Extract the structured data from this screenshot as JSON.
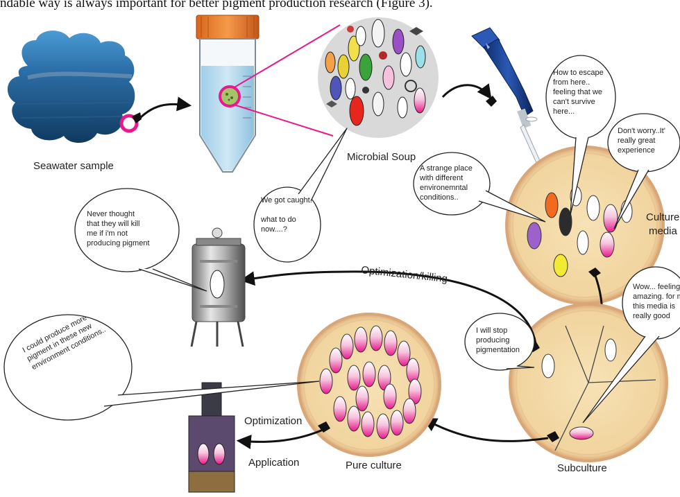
{
  "header_text": "ndable way is always important for better pigment production research (Figure 3).",
  "labels": {
    "seawater": "Seawater sample",
    "microbial_soup": "Microbial Soup",
    "culture_media": [
      "Culture",
      "media"
    ],
    "optimization_killing": "Optimization/killing",
    "optimization": "Optimization",
    "application": "Application",
    "pure_culture": "Pure culture",
    "subculture": "Subculture"
  },
  "bubbles": {
    "caught": [
      "We got caught.",
      "",
      "what to do",
      "now....?"
    ],
    "escape": [
      "How to escape",
      "from here..",
      "feeling that we",
      "can't survive",
      "here..."
    ],
    "dont_worry": [
      "Don't worry..It'",
      "really great",
      "experience"
    ],
    "strange_place": [
      "A strange place",
      "with different",
      "environemntal",
      "conditions.."
    ],
    "never_thought": [
      "Never thought",
      "that they will kill",
      "me if i'm not",
      "producing pigment"
    ],
    "stop_producing": [
      "I will stop",
      "producing",
      "pigmentation"
    ],
    "wow": [
      "Wow... feeling",
      "amazing. for m",
      "this media is",
      "really good"
    ],
    "could_produce": [
      "I could produce more",
      "pigment in these new",
      "environment conditions.."
    ]
  },
  "colors": {
    "dish_fill": "#f3d9a4",
    "dish_rim": "#d9a777",
    "pink": "#e8198b",
    "arrow": "#111111",
    "sea_blue": "#1d5b8c"
  }
}
